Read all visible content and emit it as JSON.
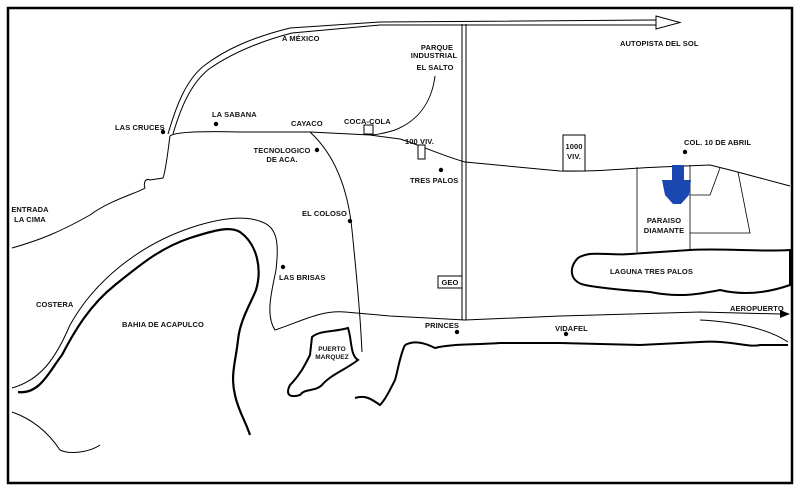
{
  "map": {
    "colors": {
      "lines": "#000000",
      "marker": "#1a47b0",
      "background": "#ffffff"
    },
    "icons": {
      "marker": "blue-arrow-down-icon",
      "arrows": "arrow-right-icon",
      "places": "dot-icon"
    },
    "labels": {
      "a_mexico": "A MÉXICO",
      "autopista": "AUTOPISTA DEL SOL",
      "parque_1": "PARQUE",
      "parque_2": "INDUSTRIAL",
      "el_salto": "EL SALTO",
      "las_cruces": "LAS CRUCES",
      "la_sabana": "LA SABANA",
      "cayaco": "CAYACO",
      "coca_cola": "COCA-COLA",
      "viv_100": "100 VIV.",
      "viv_1000_1": "1000",
      "viv_1000_2": "VIV.",
      "col_10_abril": "COL. 10 DE ABRIL",
      "tecnologico_1": "TECNOLOGICO",
      "tecnologico_2": "DE ACA.",
      "tres_palos": "TRES PALOS",
      "el_coloso": "EL COLOSO",
      "entrada_1": "ENTRADA",
      "entrada_2": "LA CIMA",
      "paraiso_1": "PARAISO",
      "paraiso_2": "DIAMANTE",
      "laguna": "LAGUNA TRES PALOS",
      "las_brisas": "LAS BRISAS",
      "geo": "GEO",
      "costera": "COSTERA",
      "aeropuerto": "AEROPUERTO",
      "bahia": "BAHIA DE ACAPULCO",
      "princes": "PRINCES",
      "vidafel": "VIDAFEL",
      "puerto_1": "PUERTO",
      "puerto_2": "MARQUEZ"
    }
  }
}
